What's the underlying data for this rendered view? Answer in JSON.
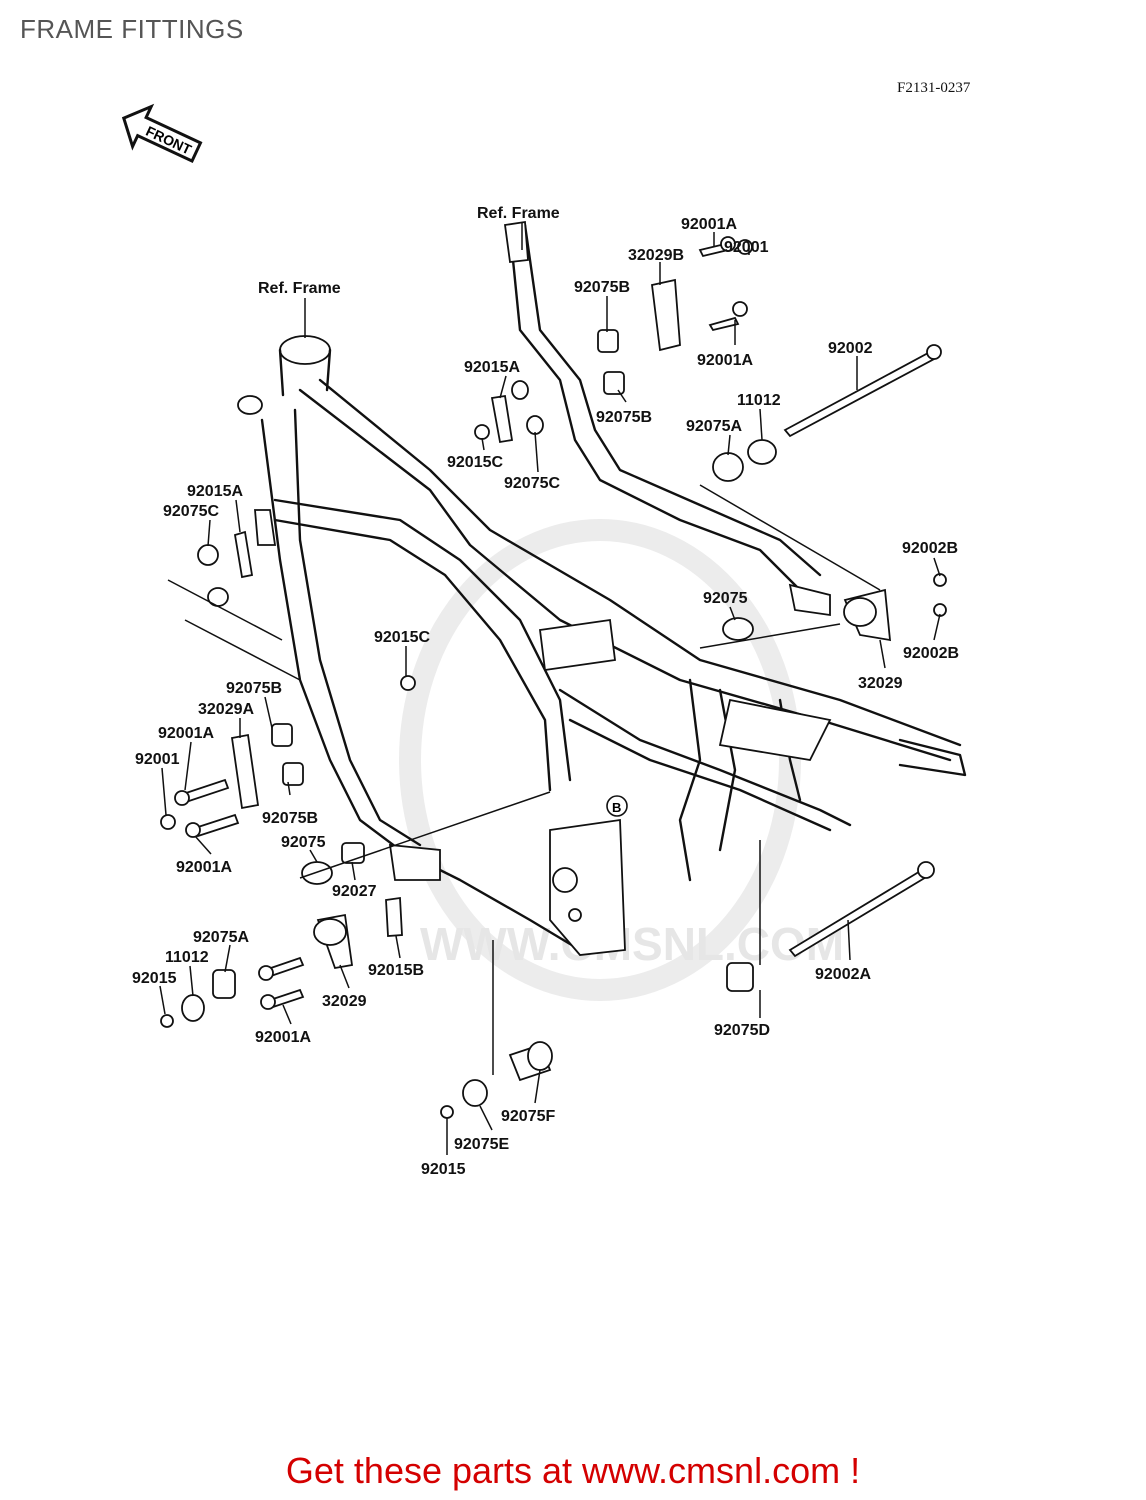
{
  "header": {
    "title": "FRAME FITTINGS",
    "diagram_code": "F2131-0237"
  },
  "diagram": {
    "front_arrow_label": "FRONT",
    "circle_marker": "B",
    "watermark": "WWW.CMSNL.COM",
    "callouts": [
      {
        "id": "ref-frame-top",
        "text": "Ref. Frame"
      },
      {
        "id": "ref-frame-left",
        "text": "Ref. Frame"
      },
      {
        "id": "c-92001A-1",
        "text": "92001A"
      },
      {
        "id": "c-92001-1",
        "text": "92001"
      },
      {
        "id": "c-32029B",
        "text": "32029B"
      },
      {
        "id": "c-92075B-1",
        "text": "92075B"
      },
      {
        "id": "c-92001A-2",
        "text": "92001A"
      },
      {
        "id": "c-92002",
        "text": "92002"
      },
      {
        "id": "c-92015A-1",
        "text": "92015A"
      },
      {
        "id": "c-92075B-2",
        "text": "92075B"
      },
      {
        "id": "c-11012-1",
        "text": "11012"
      },
      {
        "id": "c-92075A-1",
        "text": "92075A"
      },
      {
        "id": "c-92015C-1",
        "text": "92015C"
      },
      {
        "id": "c-92075C-1",
        "text": "92075C"
      },
      {
        "id": "c-92015A-2",
        "text": "92015A"
      },
      {
        "id": "c-92075C-2",
        "text": "92075C"
      },
      {
        "id": "c-92002B-1",
        "text": "92002B"
      },
      {
        "id": "c-92075-1",
        "text": "92075"
      },
      {
        "id": "c-92002B-2",
        "text": "92002B"
      },
      {
        "id": "c-32029-1",
        "text": "32029"
      },
      {
        "id": "c-92015C-2",
        "text": "92015C"
      },
      {
        "id": "c-92075B-3",
        "text": "92075B"
      },
      {
        "id": "c-32029A",
        "text": "32029A"
      },
      {
        "id": "c-92001A-3",
        "text": "92001A"
      },
      {
        "id": "c-92001-2",
        "text": "92001"
      },
      {
        "id": "c-92075B-4",
        "text": "92075B"
      },
      {
        "id": "c-92075-2",
        "text": "92075"
      },
      {
        "id": "c-92001A-4",
        "text": "92001A"
      },
      {
        "id": "c-92027",
        "text": "92027"
      },
      {
        "id": "c-92075A-2",
        "text": "92075A"
      },
      {
        "id": "c-11012-2",
        "text": "11012"
      },
      {
        "id": "c-92015-1",
        "text": "92015"
      },
      {
        "id": "c-32029-2",
        "text": "32029"
      },
      {
        "id": "c-92015B",
        "text": "92015B"
      },
      {
        "id": "c-92001A-5",
        "text": "92001A"
      },
      {
        "id": "c-92002A",
        "text": "92002A"
      },
      {
        "id": "c-92075D",
        "text": "92075D"
      },
      {
        "id": "c-92075F",
        "text": "92075F"
      },
      {
        "id": "c-92075E",
        "text": "92075E"
      },
      {
        "id": "c-92015-2",
        "text": "92015"
      }
    ]
  },
  "footer": {
    "cta": "Get these parts at www.cmsnl.com !"
  }
}
